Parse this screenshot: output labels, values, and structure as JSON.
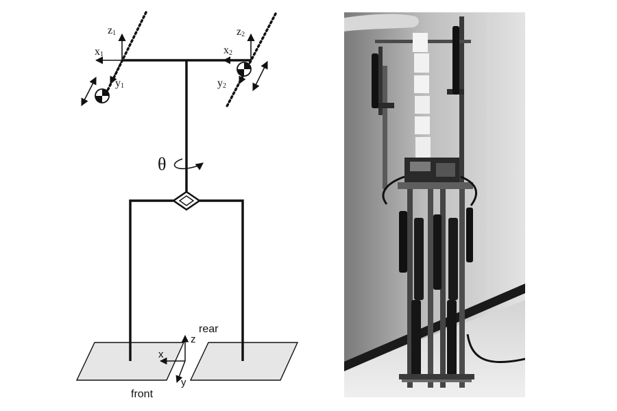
{
  "diagram": {
    "frame1": {
      "z_label": "z",
      "z_sub": "1",
      "x_label": "x",
      "x_sub": "1",
      "y_label": "y",
      "y_sub": "1"
    },
    "frame2": {
      "z_label": "z",
      "z_sub": "2",
      "x_label": "x",
      "x_sub": "2",
      "y_label": "y",
      "y_sub": "2"
    },
    "rotation_label": "θ",
    "ground_frame": {
      "z_label": "z",
      "x_label": "x",
      "y_label": "y"
    },
    "rear_label": "rear",
    "front_label": "front"
  },
  "colors": {
    "line": "#111111",
    "foot_fill": "#e6e6e6",
    "background": "#ffffff"
  }
}
